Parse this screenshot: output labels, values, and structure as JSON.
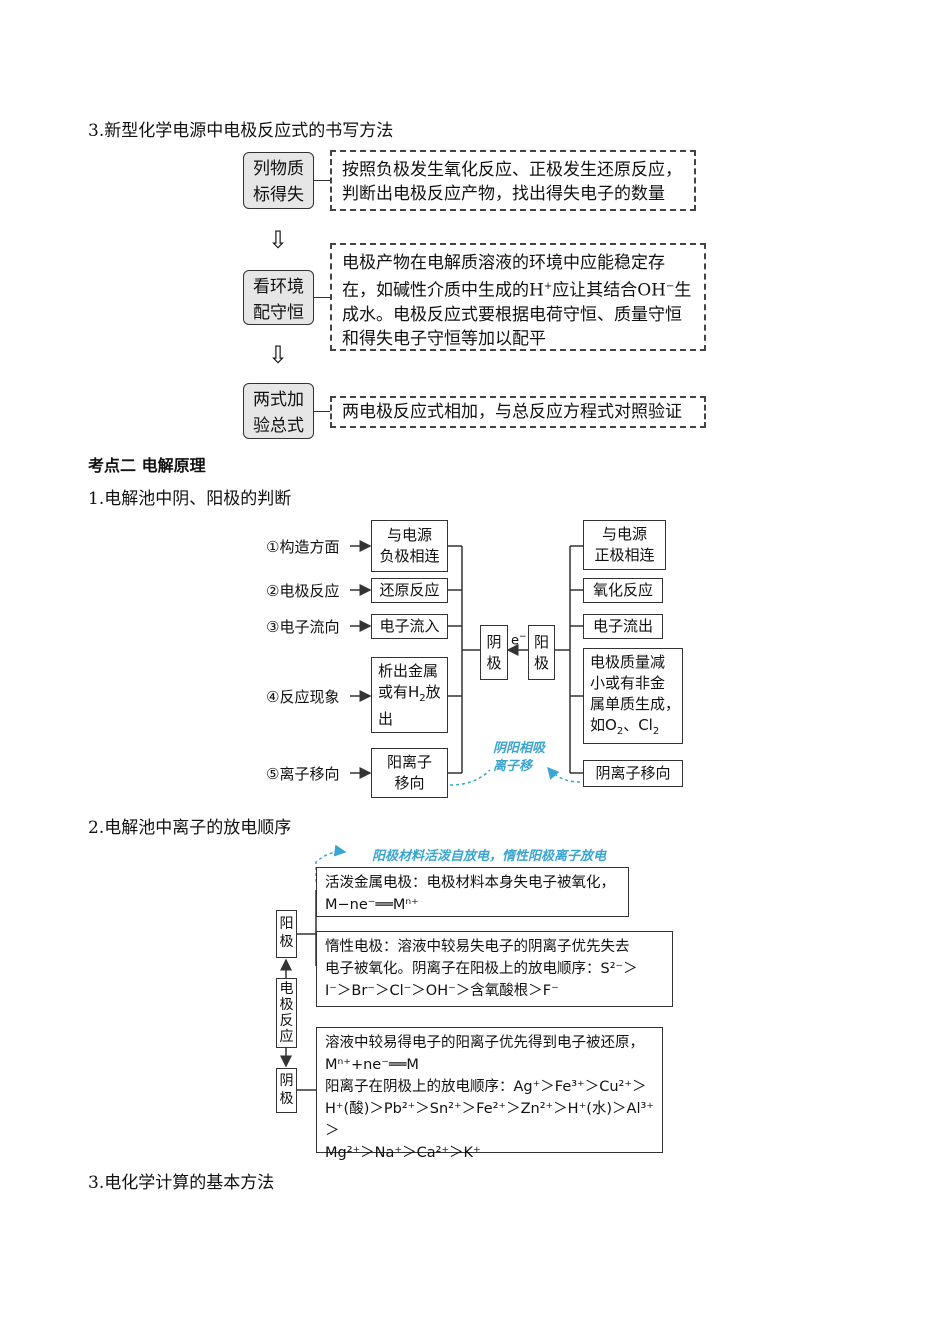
{
  "s1": {
    "heading": "3.新型化学电源中电极反应式的书写方法",
    "step1": {
      "label1": "列物质",
      "label2": "标得失",
      "desc1": "按照负极发生氧化反应、正极发生还原反应，",
      "desc2": "判断出电极反应产物，找出得失电子的数量"
    },
    "step2": {
      "label1": "看环境",
      "label2": "配守恒",
      "desc1": "电极产物在电解质溶液的环境中应能稳定存",
      "desc2a": "在，如碱性介质中生成的H",
      "desc2sup": "+",
      "desc2b": "应让其结合OH",
      "desc2sup2": "−",
      "desc2c": "生",
      "desc3": "成水。电极反应式要根据电荷守恒、质量守恒",
      "desc4": "和得失电子守恒等加以配平"
    },
    "step3": {
      "label1": "两式加",
      "label2": "验总式",
      "desc1": "两电极反应式相加，与总反应方程式对照验证"
    },
    "arrow": "⇩"
  },
  "s2": {
    "kaodian": "考点二  电解原理",
    "heading": "1.电解池中阴、阳极的判断",
    "rows": [
      {
        "left": "①构造方面",
        "cathode": "与电源\n负极相连",
        "anode": "与电源\n正极相连"
      },
      {
        "left": "②电极反应",
        "cathode": "还原反应",
        "anode": "氧化反应"
      },
      {
        "left": "③电子流向",
        "cathode": "电子流入",
        "anode": "电子流出"
      },
      {
        "left": "④反应现象",
        "cathode_a": "析出金属",
        "cathode_b": "或有H",
        "cathode_sub": "2",
        "cathode_c": "放",
        "cathode_d": "出",
        "anode_a": "电极质量减",
        "anode_b": "小或有非金",
        "anode_c": "属单质生成，",
        "anode_d1": "如O",
        "anode_d2": "2",
        "anode_d3": "、Cl",
        "anode_d4": "2"
      },
      {
        "left": "⑤离子移向",
        "cathode": "阳离子\n移向",
        "anode": "阴离子移向"
      }
    ],
    "yin": "阴\n极",
    "yang": "阳\n极",
    "electron": "e",
    "electron_sup": "−",
    "note": "阴阳相吸\n离子移"
  },
  "s3": {
    "heading": "2.电解池中离子的放电顺序",
    "note": "阳极材料活泼自放电，惰性阳极离子放电",
    "yangji": "阳\n极",
    "center": "电\n极\n反\n应",
    "yinji": "阴\n极",
    "box1_l1": "活泼金属电极：电极材料本身失电子被氧化，",
    "box1_l2": "M−ne⁻══Mⁿ⁺",
    "box2_l1": "惰性电极：溶液中较易失电子的阴离子优先失去",
    "box2_l2": "电子被氧化。阴离子在阳极上的放电顺序：S²⁻＞",
    "box2_l3": "I⁻＞Br⁻＞Cl⁻＞OH⁻＞含氧酸根＞F⁻",
    "box3_l1": "溶液中较易得电子的阳离子优先得到电子被还原，",
    "box3_l2": "Mⁿ⁺+ne⁻══M",
    "box3_l3": "阳离子在阴极上的放电顺序：Ag⁺＞Fe³⁺＞Cu²⁺＞",
    "box3_l4": "H⁺(酸)＞Pb²⁺＞Sn²⁺＞Fe²⁺＞Zn²⁺＞H⁺(水)＞Al³⁺＞",
    "box3_l5": "Mg²⁺＞Na⁺＞Ca²⁺＞K⁺"
  },
  "s4": {
    "heading": "3.电化学计算的基本方法"
  }
}
